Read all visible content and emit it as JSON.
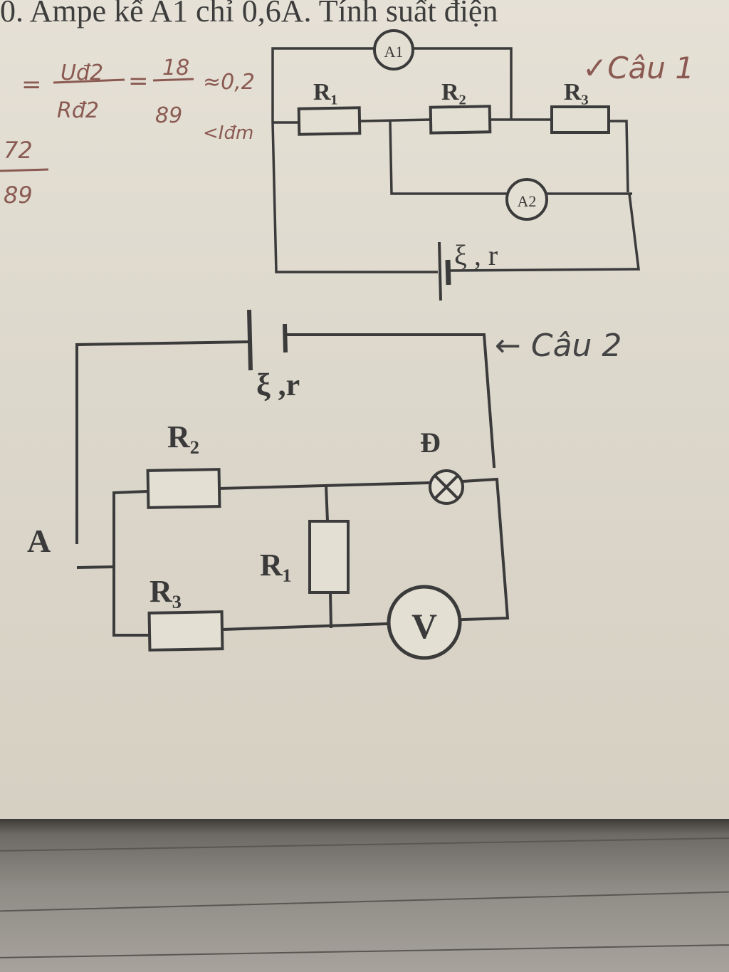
{
  "header_text": "0. Ampe kế A1 chỉ 0,6A. Tính suất điện",
  "handwriting": {
    "left_formula_lhs": "=",
    "frac1_num": "Uđ2",
    "frac1_den": "Rđ2",
    "equals": "=",
    "frac2_num": "18",
    "frac2_den": "89",
    "approx": "≈0,2",
    "compare": "<Iđm",
    "frac3_num": "72",
    "frac3_den": "89",
    "cau1_note": "✓Câu 1",
    "cau2_note": "← Câu 2"
  },
  "circuit1": {
    "ammeter_a1": "A1",
    "ammeter_a2": "A2",
    "r1": "R₁",
    "r2": "R₂",
    "r3": "R₃",
    "source": "ξ , r"
  },
  "circuit2": {
    "source": "ξ ,r",
    "r2": "R₂",
    "r3": "R₃",
    "r1": "R₁",
    "lamp": "Đ",
    "node_a": "A",
    "voltmeter": "V"
  }
}
